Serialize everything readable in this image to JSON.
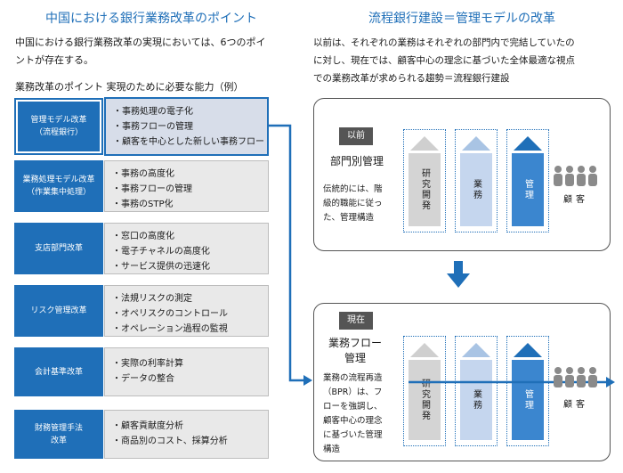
{
  "left": {
    "title": "中国における銀行業務改革のポイント",
    "intro_line1": "中国における銀行業務改革の実現においては、6つのポイ",
    "intro_line2": "ントが存在する。",
    "column_header": "業務改革のポイント  実現のために必要な能力（例）",
    "points": [
      {
        "label": "管理モデル改革\n（流程銀行）",
        "items": [
          "・事務処理の電子化",
          "・事務フローの管理",
          "・顧客を中心とした新しい事務フロー"
        ]
      },
      {
        "label": "業務処理モデル改革\n（作業集中処理）",
        "items": [
          "・事務の高度化",
          "・事務フローの管理",
          "・事務のSTP化"
        ]
      },
      {
        "label": "支店部門改革",
        "items": [
          "・窓口の高度化",
          "・電子チャネルの高度化",
          "・サービス提供の迅速化"
        ]
      },
      {
        "label": "リスク管理改革",
        "items": [
          "・法規リスクの測定",
          "・オペリスクのコントロール",
          "・オペレーション過程の監視"
        ]
      },
      {
        "label": "会計基準改革",
        "items": [
          "・実際の利率計算",
          "・データの整合"
        ]
      },
      {
        "label": "財務管理手法\n改革",
        "items": [
          "・顧客貢献度分析",
          "・商品別のコスト、採算分析"
        ]
      }
    ]
  },
  "right": {
    "title": "流程銀行建設＝管理モデルの改革",
    "intro_line1": "以前は、それぞれの業務はそれぞれの部門内で完結していたの",
    "intro_line2": "に対し、現在では、顧客中心の理念に基づいた全体最適な視点",
    "intro_line3": "での業務改革が求められる趨勢＝流程銀行建設",
    "before": {
      "tag": "以前",
      "title": "部門別管理",
      "text_lines": [
        "伝統的には、階",
        "級的職能に従っ",
        "た、管理構造"
      ],
      "columns": [
        "研究開発",
        "業務",
        "管理"
      ],
      "customer": "顧客"
    },
    "after": {
      "tag": "現在",
      "title_line1": "業務フロー",
      "title_line2": "管理",
      "text_lines": [
        "業務の流程再造",
        "（BPR）は、フ",
        "ローを強調し、",
        "顧客中心の理念",
        "に基づいた管理",
        "構造"
      ],
      "columns": [
        "研究開発",
        "業務",
        "管理"
      ],
      "customer": "顧客"
    }
  },
  "colors": {
    "accent": "#1f6fb8",
    "light_blue": "#a9c4e4",
    "mid_blue": "#c5d6ee",
    "gray": "#d4d4d4",
    "dark_gray": "#555555"
  }
}
